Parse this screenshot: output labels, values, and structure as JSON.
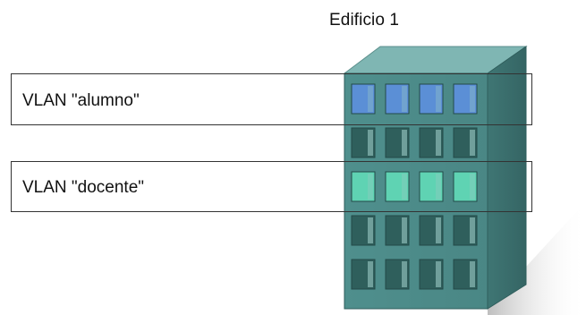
{
  "diagram": {
    "building_label": "Edificio 1",
    "vlans": [
      {
        "label": "VLAN \"alumno\"",
        "window_color": "#5b8fd6"
      },
      {
        "label": "VLAN \"docente\"",
        "window_color": "#5fd3b3"
      }
    ],
    "colors": {
      "building_front": "#4f8f8d",
      "building_top": "#7fb6b3",
      "building_side": "#3f7674",
      "window_default": "#2f5f5c",
      "window_light": "#9cc9c4",
      "box_border": "#333333"
    }
  }
}
